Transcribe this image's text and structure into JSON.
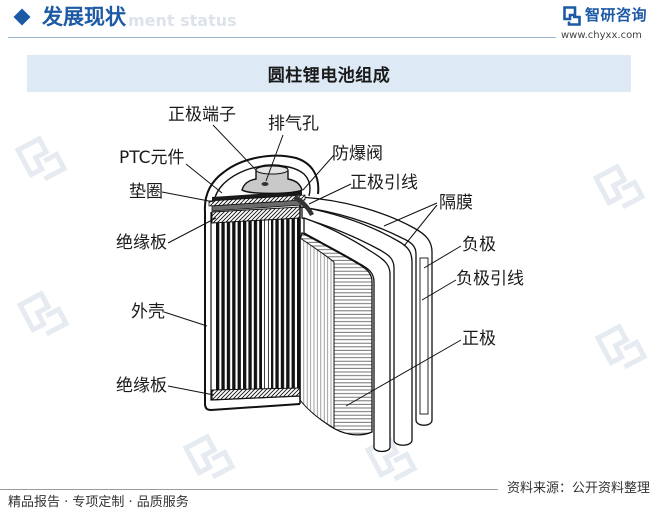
{
  "header": {
    "section_title": "发展现状",
    "section_subtitle": "ment status",
    "brand_name": "智研咨询",
    "brand_url": "www.chyxx.com"
  },
  "banner": {
    "title": "圆柱锂电池组成"
  },
  "diagram": {
    "labels": {
      "positive_terminal": "正极端子",
      "vent_hole": "排气孔",
      "ptc_element": "PTC元件",
      "safety_valve": "防爆阀",
      "positive_lead": "正极引线",
      "gasket": "垫圈",
      "separator": "隔膜",
      "insulating_plate_top": "绝缘板",
      "negative_electrode": "负极",
      "negative_lead": "负极引线",
      "casing": "外壳",
      "positive_electrode": "正极",
      "insulating_plate_bottom": "绝缘板"
    }
  },
  "footer": {
    "slogan": "精品报告 · 专项定制 · 品质服务",
    "source": "资料来源：公开资料整理"
  },
  "colors": {
    "brand_blue": "#1d5aa6",
    "banner_bg": "#dde9f5",
    "watermark": "#e6ebf1"
  },
  "icons": {
    "header_marker": "diamond-icon",
    "brand_logo": "brand-logo-icon"
  }
}
